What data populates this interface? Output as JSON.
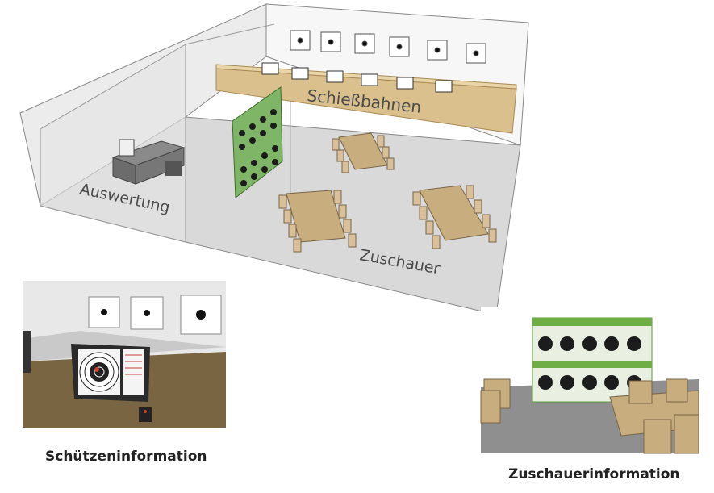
{
  "room_labels": {
    "shooting_lanes": "Schießbahnen",
    "evaluation": "Auswertung",
    "spectators": "Zuschauer"
  },
  "captions": {
    "shooter_info": "Schützeninformation",
    "spectator_info": "Zuschauerinformation"
  },
  "colors": {
    "floor": "#d6d6d6",
    "wall": "#f4f4f4",
    "counter": "#d9c08c",
    "table_wood": "#c8ad7f",
    "display_green": "#5a9a3a",
    "desk": "#6c6c6c"
  }
}
